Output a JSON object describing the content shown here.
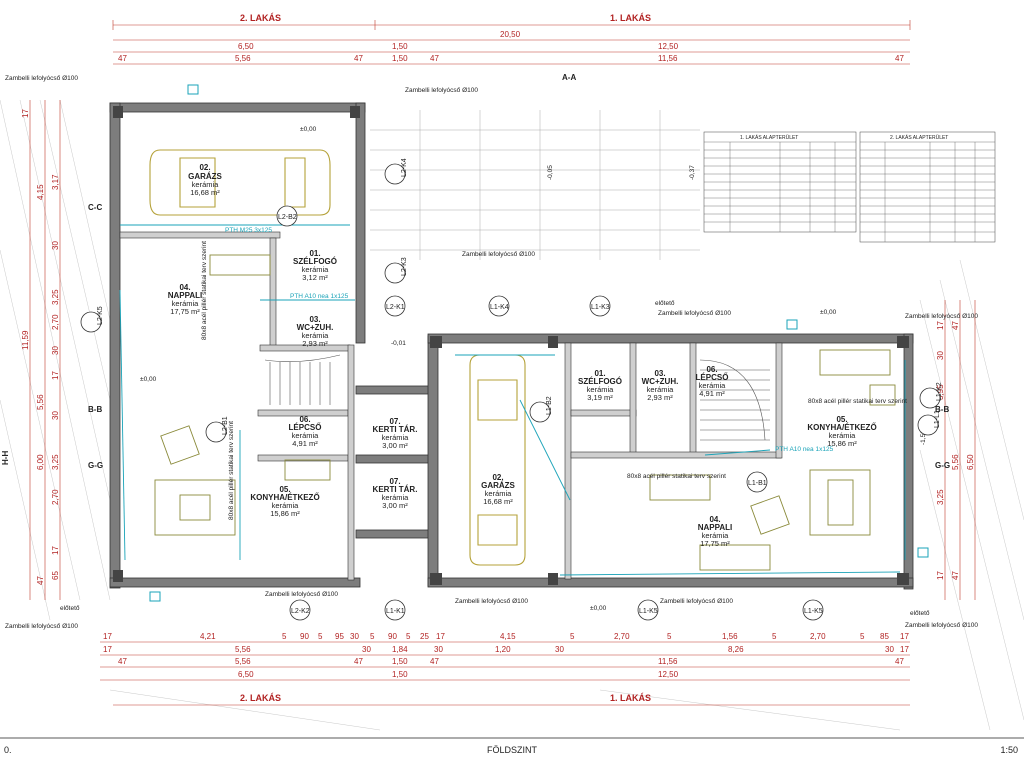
{
  "header": {
    "apartment_left": "2. LAKÁS",
    "apartment_right": "1. LAKÁS"
  },
  "footer": {
    "left": "0.",
    "center": "FÖLDSZINT",
    "right": "1:50"
  },
  "dims_top": {
    "total": "20,50",
    "row1": [
      "6,50",
      "1,50",
      "12,50"
    ],
    "row2": [
      "47",
      "5,56",
      "47",
      "1,50",
      "47",
      "11,56",
      "47"
    ]
  },
  "dims_bottom": {
    "row1": [
      "17",
      "4,21",
      "5",
      "90",
      "5",
      "95",
      "30",
      "5",
      "90",
      "5",
      "25",
      "17",
      "4,15",
      "5",
      "2,70",
      "5",
      "1,56",
      "5",
      "2,70",
      "5",
      "85",
      "17"
    ],
    "row2": [
      "17",
      "5,56",
      "30",
      "1,84",
      "30",
      "1,20",
      "30",
      "8,26",
      "30",
      "17"
    ],
    "row3": [
      "47",
      "5,56",
      "47",
      "1,50",
      "47",
      "11,56",
      "47"
    ],
    "row4": [
      "6,50",
      "1,50",
      "12,50"
    ]
  },
  "dims_left": [
    "17",
    "3,17",
    "4,15",
    "30",
    "3,25",
    "30",
    "17",
    "11,59",
    "2,70",
    "30",
    "5,56",
    "6,00",
    "3,25",
    "2,70",
    "17",
    "47",
    "65"
  ],
  "dims_right": [
    "17",
    "30",
    "3,95",
    "5,56",
    "6,50",
    "47",
    "47",
    "17",
    "3,25"
  ],
  "rooms": [
    {
      "num": "02.",
      "name": "GARÁZS",
      "mat": "kerámia",
      "area": "16,68 m²"
    },
    {
      "num": "01.",
      "name": "SZÉLFOGÓ",
      "mat": "kerámia",
      "area": "3,12 m²"
    },
    {
      "num": "04.",
      "name": "NAPPALI",
      "mat": "kerámia",
      "area": "17,75 m²"
    },
    {
      "num": "03.",
      "name": "WC+ZUH.",
      "mat": "kerámia",
      "area": "2,93 m²"
    },
    {
      "num": "06.",
      "name": "LÉPCSŐ",
      "mat": "kerámia",
      "area": "4,91 m²"
    },
    {
      "num": "07.",
      "name": "KERTI TÁR.",
      "mat": "kerámia",
      "area": "3,00 m²"
    },
    {
      "num": "07.",
      "name": "KERTI TÁR.",
      "mat": "kerámia",
      "area": "3,00 m²"
    },
    {
      "num": "05.",
      "name": "KONYHA/ÉTKEZŐ",
      "mat": "kerámia",
      "area": "15,86 m²"
    },
    {
      "num": "02.",
      "name": "GARÁZS",
      "mat": "kerámia",
      "area": "16,68 m²"
    },
    {
      "num": "01.",
      "name": "SZÉLFOGÓ",
      "mat": "kerámia",
      "area": "3,19 m²"
    },
    {
      "num": "03.",
      "name": "WC+ZUH.",
      "mat": "kerámia",
      "area": "2,93 m²"
    },
    {
      "num": "06.",
      "name": "LÉPCSŐ",
      "mat": "kerámia",
      "area": "4,91 m²"
    },
    {
      "num": "05.",
      "name": "KONYHA/ÉTKEZŐ",
      "mat": "kerámia",
      "area": "15,86 m²"
    },
    {
      "num": "04.",
      "name": "NAPPALI",
      "mat": "kerámia",
      "area": "17,75 m²"
    }
  ],
  "notes": {
    "downpipe": "Zambelli lefolyócső Ø100",
    "canopy": "előtető",
    "pillar": "80x8 acél pillér statikai terv szerint",
    "lintel_pth_m25": "PTH M25 3x125",
    "lintel_a10": "PTH A10 nea 1x125",
    "level_00": "±0,00",
    "level_minus001": "-0,01",
    "level_minus005": "-0,05",
    "level_minus037": "-0,37",
    "level_minus152": "-1,52"
  },
  "tags": [
    "L2-B2",
    "L2-K4",
    "L2-K3",
    "L2-K1",
    "L1-K4",
    "L1-K3",
    "L2-B1",
    "L2-K5",
    "L2-K2",
    "L1-K1",
    "L1-K5",
    "L1-K5",
    "L1-B1",
    "L1-K2",
    "L1-B2",
    "L1-L1"
  ],
  "sections": [
    "C-C",
    "B-B",
    "G-G",
    "B-B",
    "G-G",
    "A-A",
    "H-H"
  ],
  "legend_tables": {
    "left_title": "1. LAKÁS ALAPTERÜLET",
    "right_title": "2. LAKÁS ALAPTERÜLET"
  }
}
